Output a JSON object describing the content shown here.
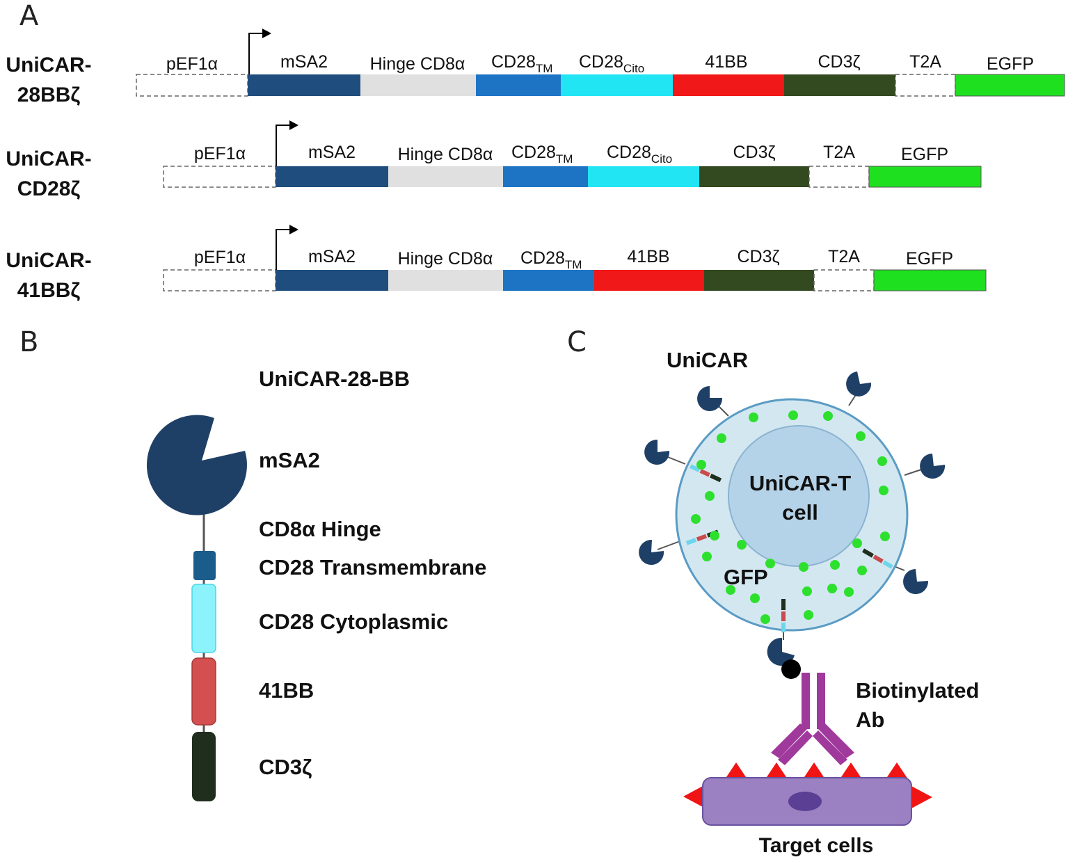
{
  "panels": {
    "a": "A",
    "b": "B",
    "c": "C"
  },
  "constructs": [
    {
      "name_line1": "UniCAR-",
      "name_line2": "28BBζ",
      "segments": [
        {
          "label": "pEF1α",
          "sub": ""
        },
        {
          "label": "mSA2",
          "sub": ""
        },
        {
          "label": "Hinge  CD8α",
          "sub": ""
        },
        {
          "label": "CD28",
          "sub": "TM"
        },
        {
          "label": "CD28",
          "sub": "Cito"
        },
        {
          "label": "41BB",
          "sub": ""
        },
        {
          "label": "CD3ζ",
          "sub": ""
        },
        {
          "label": "T2A",
          "sub": ""
        },
        {
          "label": "EGFP",
          "sub": ""
        }
      ]
    },
    {
      "name_line1": "UniCAR-",
      "name_line2": "CD28ζ",
      "segments": [
        {
          "label": "pEF1α",
          "sub": ""
        },
        {
          "label": "mSA2",
          "sub": ""
        },
        {
          "label": "Hinge  CD8α",
          "sub": ""
        },
        {
          "label": "CD28",
          "sub": "TM"
        },
        {
          "label": "CD28",
          "sub": "Cito"
        },
        {
          "label": "CD3ζ",
          "sub": ""
        },
        {
          "label": "T2A",
          "sub": ""
        },
        {
          "label": "EGFP",
          "sub": ""
        }
      ]
    },
    {
      "name_line1": "UniCAR-",
      "name_line2": "41BBζ",
      "segments": [
        {
          "label": "pEF1α",
          "sub": ""
        },
        {
          "label": "mSA2",
          "sub": ""
        },
        {
          "label": "Hinge  CD8α",
          "sub": ""
        },
        {
          "label": "CD28",
          "sub": "TM"
        },
        {
          "label": "41BB",
          "sub": ""
        },
        {
          "label": "CD3ζ",
          "sub": ""
        },
        {
          "label": "T2A",
          "sub": ""
        },
        {
          "label": "EGFP",
          "sub": ""
        }
      ]
    }
  ],
  "colors": {
    "mSA2": "#1f4e7e",
    "hinge": "#e0e0e0",
    "cd28tm": "#1d74c5",
    "cd28cito": "#22e5f4",
    "bb41": "#f01818",
    "cd3z": "#33491f",
    "egfp": "#1fe01f",
    "receptor": "#1f4066",
    "gfp_dot": "#2ee02e",
    "cell_fill": "#d3e7f1",
    "nucleus_fill": "#b5d3e8",
    "antibody": "#a0399c",
    "target_cell": "#9b80c2",
    "target_nucleus": "#5a3f94",
    "antigen": "#f01414"
  },
  "panel_b": {
    "title": "UniCAR-28-BB",
    "labels": [
      "mSA2",
      "CD8α Hinge",
      "CD28  Transmembrane",
      "CD28  Cytoplasmic",
      "41BB",
      "CD3ζ"
    ]
  },
  "panel_c": {
    "unicar_label": "UniCAR",
    "cell_line1": "UniCAR-T",
    "cell_line2": "cell",
    "gfp_label": "GFP",
    "ab_line1": "Biotinylated",
    "ab_line2": "Ab",
    "target_label": "Target cells"
  }
}
